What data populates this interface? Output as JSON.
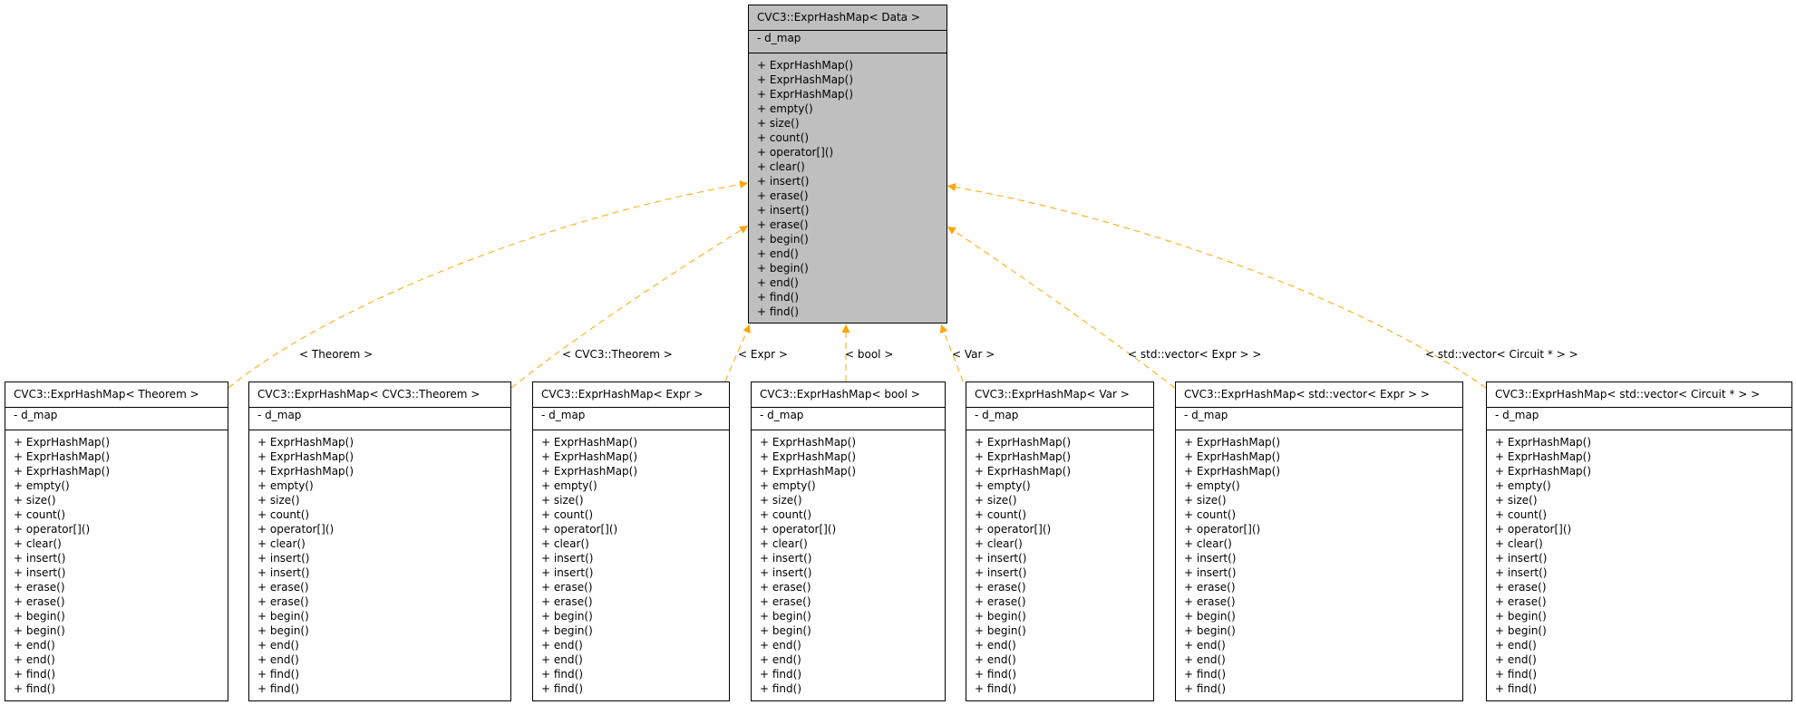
{
  "base_class": {
    "title": "CVC3::ExprHashMap< Data >",
    "attributes": [
      "- d_map"
    ],
    "methods": [
      "+ ExprHashMap()",
      "+ ExprHashMap()",
      "+ ExprHashMap()",
      "+ empty()",
      "+ size()",
      "+ count()",
      "+ operator[]()",
      "+ clear()",
      "+ insert()",
      "+ erase()",
      "+ insert()",
      "+ erase()",
      "+ begin()",
      "+ end()",
      "+ begin()",
      "+ end()",
      "+ find()",
      "+ find()"
    ]
  },
  "instantiations": [
    {
      "title": "CVC3::ExprHashMap< Theorem >",
      "label": "< Theorem >"
    },
    {
      "title": "CVC3::ExprHashMap< CVC3::Theorem >",
      "label": "< CVC3::Theorem >"
    },
    {
      "title": "CVC3::ExprHashMap< Expr >",
      "label": "< Expr >"
    },
    {
      "title": "CVC3::ExprHashMap< bool >",
      "label": "< bool >"
    },
    {
      "title": "CVC3::ExprHashMap< Var >",
      "label": "< Var >"
    },
    {
      "title": "CVC3::ExprHashMap< std::vector< Expr > >",
      "label": "< std::vector< Expr > >"
    },
    {
      "title": "CVC3::ExprHashMap< std::vector< Circuit * > >",
      "label": "< std::vector< Circuit * > >"
    }
  ],
  "instantiation_attributes": [
    "- d_map"
  ],
  "instantiation_methods": [
    "+ ExprHashMap()",
    "+ ExprHashMap()",
    "+ ExprHashMap()",
    "+ empty()",
    "+ size()",
    "+ count()",
    "+ operator[]()",
    "+ clear()",
    "+ insert()",
    "+ insert()",
    "+ erase()",
    "+ erase()",
    "+ begin()",
    "+ begin()",
    "+ end()",
    "+ end()",
    "+ find()",
    "+ find()"
  ],
  "colors": {
    "edge": "#ffa500",
    "base_fill": "#bfbfbf",
    "border": "#000000"
  }
}
